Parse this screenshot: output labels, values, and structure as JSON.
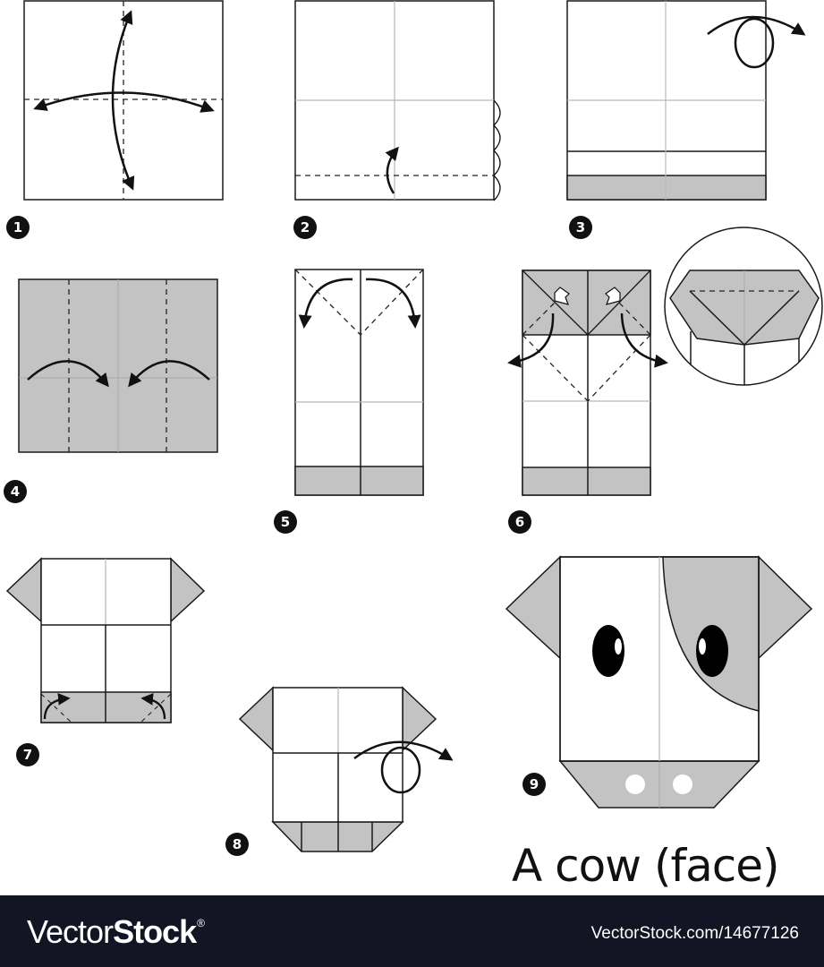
{
  "title": "A cow (face)",
  "colors": {
    "paper": "#ffffff",
    "paper_back": "#c3c3c3",
    "crease": "#b8b8b8",
    "outline": "#1a1a1a",
    "badge": "#111111",
    "footer_bg": "#131424"
  },
  "steps": [
    {
      "number": "1",
      "instruction_icons": [
        "valley-fold-vertical",
        "valley-fold-horizontal",
        "unfold-arrows"
      ]
    },
    {
      "number": "2",
      "instruction_icons": [
        "valley-fold-bottom-strip",
        "fold-arrow-up",
        "pleat-symbol"
      ]
    },
    {
      "number": "3",
      "instruction_icons": [
        "turn-over-icon"
      ]
    },
    {
      "number": "4",
      "instruction_icons": [
        "fold-to-center-arrows"
      ]
    },
    {
      "number": "5",
      "instruction_icons": [
        "fold-corners-down-arrows"
      ]
    },
    {
      "number": "6",
      "instruction_icons": [
        "squash-fold-arrows",
        "pull-out-arrows",
        "detail-view-circle"
      ]
    },
    {
      "number": "7",
      "instruction_icons": [
        "fold-bottom-corners-arrows"
      ]
    },
    {
      "number": "8",
      "instruction_icons": [
        "turn-over-icon"
      ]
    },
    {
      "number": "9",
      "instruction_icons": [
        "finished-cow-face"
      ]
    }
  ],
  "footer": {
    "brand_light": "Vector",
    "brand_bold": "Stock",
    "brand_mark": "®",
    "image_id": "VectorStock.com/14677126"
  }
}
